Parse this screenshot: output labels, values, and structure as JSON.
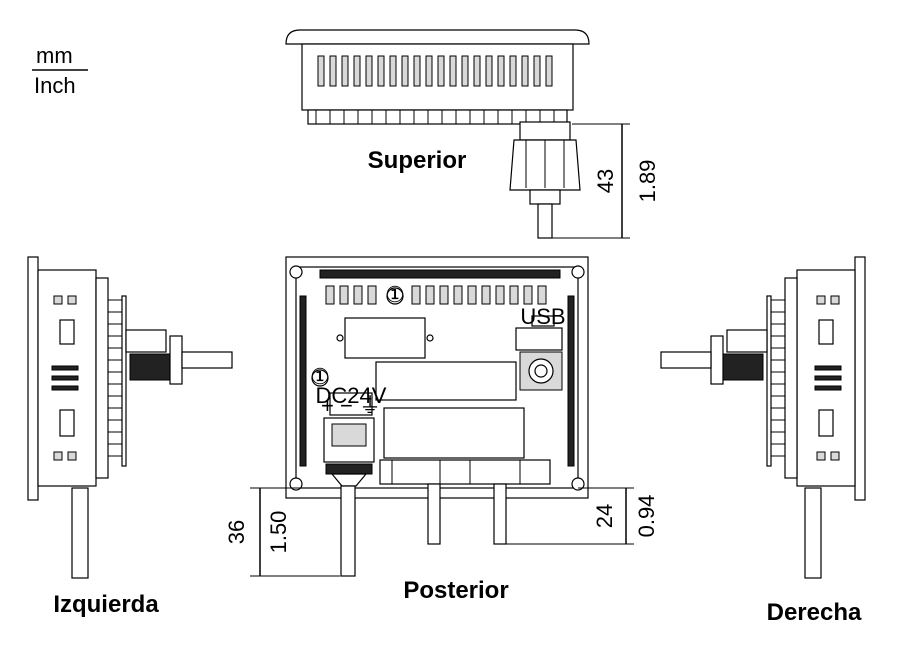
{
  "units": {
    "top": "mm",
    "bottom": "Inch"
  },
  "views": {
    "top": "Superior",
    "rear": "Posterior",
    "left": "Izquierda",
    "right": "Derecha"
  },
  "dimensions": {
    "top_depth_mm": "43",
    "top_depth_in": "1.89",
    "rear_left_mm": "36",
    "rear_left_in": "1.50",
    "rear_right_mm": "24",
    "rear_right_in": "0.94"
  },
  "callouts": {
    "circle_a": "①",
    "circle_b": "①"
  },
  "panel_labels": {
    "power": "DC24V",
    "power_pins": "+ −  ⏚",
    "usb": "USB"
  }
}
